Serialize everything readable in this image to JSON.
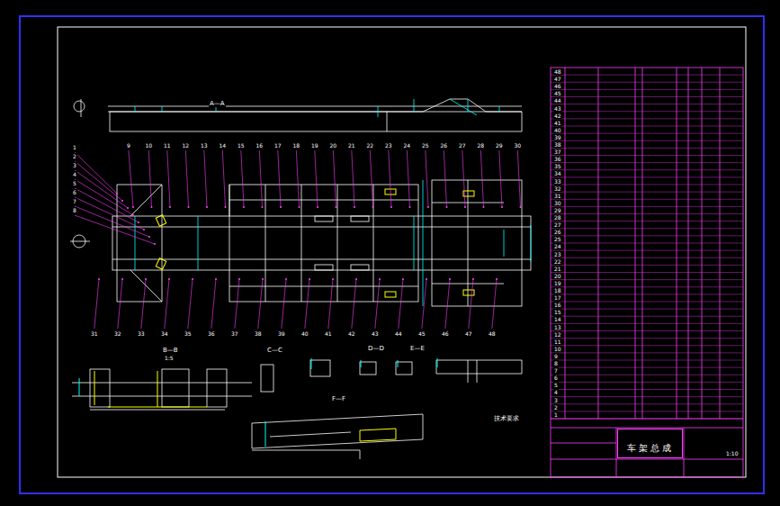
{
  "diagram": {
    "nodes": [
      {
        "text": [
          "车架总成"
        ]
      }
    ],
    "labels": [
      "1",
      "2",
      "3",
      "4",
      "5",
      "6",
      "7",
      "8",
      "9",
      "10",
      "11",
      "12",
      "13",
      "14",
      "15",
      "16",
      "17",
      "18",
      "19",
      "20",
      "21",
      "22",
      "23",
      "24",
      "25",
      "26",
      "27",
      "28",
      "29",
      "30",
      "31",
      "32",
      "33",
      "34",
      "35",
      "36",
      "37",
      "38",
      "39",
      "40",
      "41",
      "42",
      "43",
      "44",
      "45",
      "46",
      "47",
      "48",
      "48",
      "47",
      "46",
      "45",
      "44",
      "43",
      "42",
      "41",
      "40",
      "39",
      "38",
      "37",
      "36",
      "35",
      "34",
      "33",
      "32",
      "31",
      "30",
      "29",
      "28",
      "27",
      "26",
      "25",
      "24",
      "23",
      "22",
      "21",
      "20",
      "19",
      "18",
      "17",
      "16",
      "15",
      "14",
      "13",
      "12",
      "11",
      "10",
      "9",
      "8",
      "7",
      "6",
      "5",
      "4",
      "3",
      "2",
      "1",
      "A—A",
      "B—B",
      "1:5",
      "C—C",
      "D—D",
      "E—E",
      "F—F",
      "技术要求",
      "1:10"
    ]
  }
}
